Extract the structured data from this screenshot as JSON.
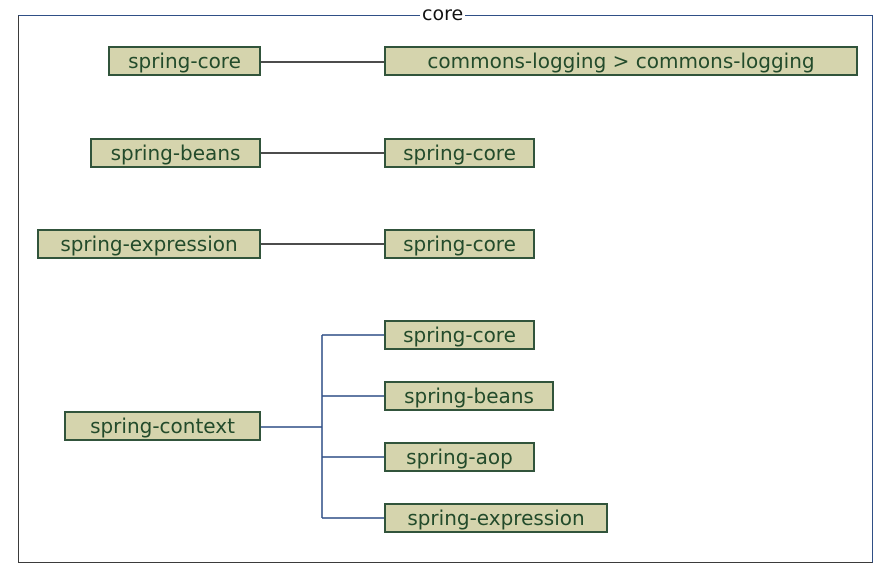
{
  "diagram": {
    "title": "core",
    "colors": {
      "node_fill": "#d5d4ad",
      "node_border": "#31543b",
      "node_text": "#234b2b",
      "link_black": "#111111",
      "link_blue": "#2f4f86"
    },
    "groups": [
      {
        "source": "spring-core",
        "targets": [
          "commons-logging > commons-logging"
        ]
      },
      {
        "source": "spring-beans",
        "targets": [
          "spring-core"
        ]
      },
      {
        "source": "spring-expression",
        "targets": [
          "spring-core"
        ]
      },
      {
        "source": "spring-context",
        "targets": [
          "spring-core",
          "spring-beans",
          "spring-aop",
          "spring-expression"
        ]
      }
    ]
  }
}
